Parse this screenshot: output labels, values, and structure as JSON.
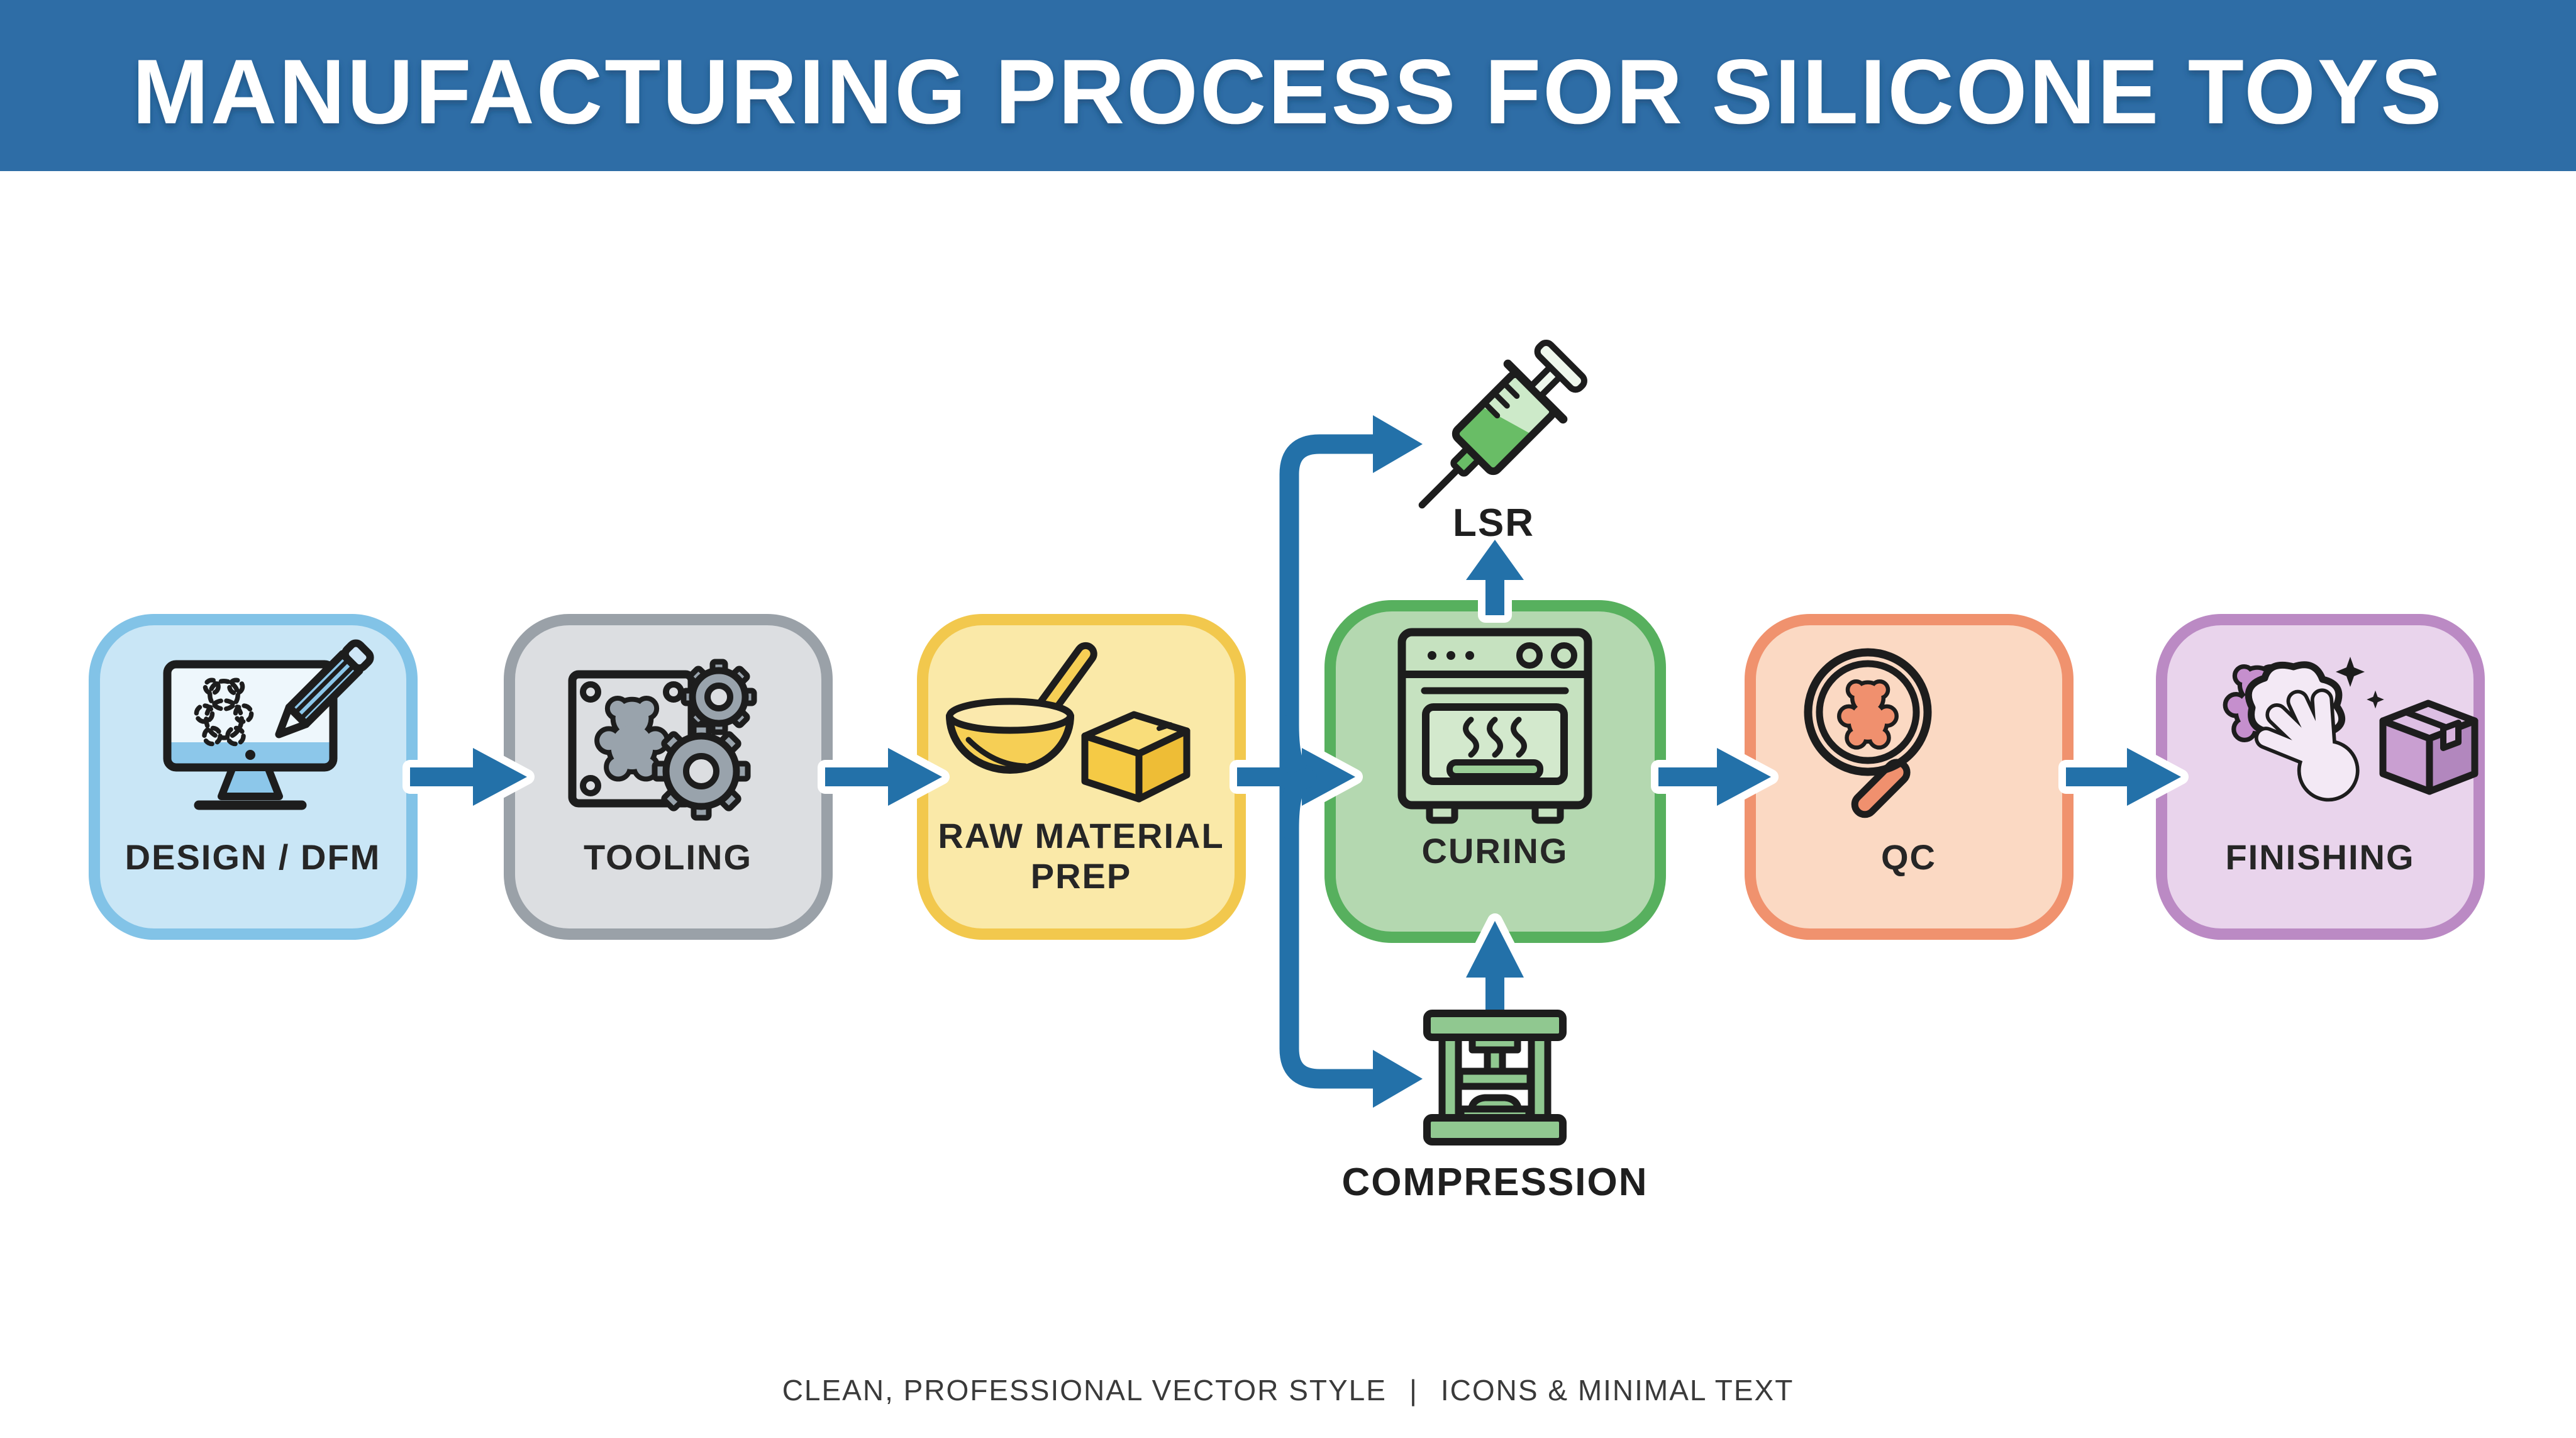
{
  "banner": {
    "title": "MANUFACTURING PROCESS FOR SILICONE TOYS",
    "bg": "#2e6da6"
  },
  "colors": {
    "arrow": "#2371a9",
    "label": "#262626",
    "background": "#ffffff"
  },
  "steps": [
    {
      "id": "design-dfm",
      "label": "DESIGN / DFM",
      "fill": "#c9e6f6",
      "border": "#82c3e7",
      "accent": "#8cc7ea",
      "icon": "monitor-pencil-bear-icon"
    },
    {
      "id": "tooling",
      "label": "TOOLING",
      "fill": "#dcdee1",
      "border": "#9aa1a8",
      "accent": "#99a3ac",
      "icon": "mold-plate-gears-icon"
    },
    {
      "id": "raw-material-prep",
      "label": "RAW MATERIAL PREP",
      "line1": "RAW MATERIAL",
      "line2": "PREP",
      "fill": "#fae9a8",
      "border": "#f2c84d",
      "accent": "#f6cf55",
      "icon": "mixing-bowl-block-icon"
    },
    {
      "id": "curing",
      "label": "CURING",
      "fill": "#b4d8b0",
      "border": "#57b05e",
      "accent": "#9ccf98",
      "icon": "oven-icon"
    },
    {
      "id": "qc",
      "label": "QC",
      "fill": "#fbd9c3",
      "border": "#f0926e",
      "accent": "#f0906e",
      "icon": "magnifier-bear-icon"
    },
    {
      "id": "finishing",
      "label": "FINISHING",
      "fill": "#e9d4ec",
      "border": "#bb8ac4",
      "accent": "#c58fcd",
      "icon": "wipe-hand-box-icon"
    }
  ],
  "branches": [
    {
      "id": "lsr",
      "label": "LSR",
      "icon": "syringe-icon",
      "syringe_light": "#cdeac9",
      "syringe_dark": "#69bd66"
    },
    {
      "id": "compression",
      "label": "COMPRESSION",
      "icon": "press-icon",
      "press_fill": "#90c890"
    }
  ],
  "footer": {
    "left": "CLEAN, PROFESSIONAL VECTOR STYLE",
    "separator": "|",
    "right": "ICONS & MINIMAL TEXT"
  }
}
